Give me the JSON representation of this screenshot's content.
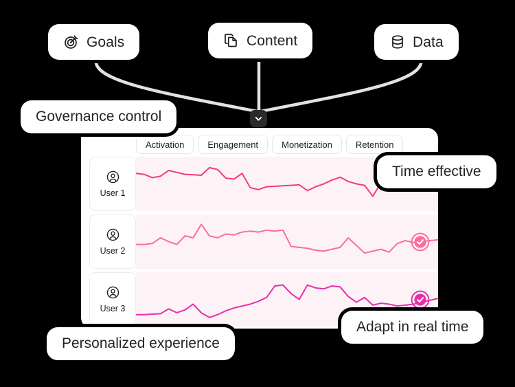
{
  "sources": [
    {
      "label": "Goals",
      "icon": "target-icon"
    },
    {
      "label": "Content",
      "icon": "copy-documents-icon"
    },
    {
      "label": "Data",
      "icon": "database-icon"
    }
  ],
  "chevron": {
    "icon": "chevron-down-icon"
  },
  "panel": {
    "tabs": [
      {
        "label": "Activation"
      },
      {
        "label": "Engagement"
      },
      {
        "label": "Monetization"
      },
      {
        "label": "Retention"
      }
    ],
    "rows": [
      {
        "user": "User 1",
        "icon": "user-circle-icon",
        "has_check": false
      },
      {
        "user": "User 2",
        "icon": "user-circle-icon",
        "has_check": true
      },
      {
        "user": "User 3",
        "icon": "user-circle-icon",
        "has_check": true
      }
    ]
  },
  "callouts": {
    "governance": "Governance control",
    "time": "Time effective",
    "adapt": "Adapt in real time",
    "personalized": "Personalized experience"
  },
  "colors": {
    "background": "#000000",
    "card": "#ffffff",
    "track": "#fdf2f6",
    "line_user1": "#f23b7d",
    "line_user2": "#fa6e9c",
    "line_user3": "#e82fa8",
    "connector": "#e2e2e2",
    "chevron_bg": "#2b2b2b",
    "text": "#1d1d1f"
  },
  "chart_data": {
    "type": "line",
    "title": "",
    "xlabel": "",
    "ylabel": "",
    "categories": [
      "Activation",
      "Engagement",
      "Monetization",
      "Retention"
    ],
    "grid": false,
    "legend": "left-row-labels",
    "ylim": [
      0,
      100
    ],
    "series": [
      {
        "name": "User 1",
        "color": "#f23b7d",
        "values": [
          72,
          70,
          63,
          66,
          78,
          74,
          70,
          69,
          68,
          84,
          80,
          62,
          60,
          72,
          42,
          38,
          44,
          45,
          46,
          47,
          48,
          36,
          44,
          50,
          58,
          64,
          55,
          50,
          47,
          24,
          52,
          54,
          48,
          48,
          50,
          70,
          68,
          63
        ]
      },
      {
        "name": "User 2",
        "color": "#fa6e9c",
        "values": [
          44,
          44,
          46,
          58,
          50,
          44,
          62,
          58,
          86,
          62,
          58,
          66,
          64,
          70,
          72,
          70,
          74,
          72,
          74,
          40,
          38,
          36,
          32,
          30,
          34,
          38,
          58,
          42,
          26,
          30,
          34,
          28,
          46,
          52,
          48,
          50,
          52,
          54
        ]
      },
      {
        "name": "User 3",
        "color": "#e82fa8",
        "values": [
          18,
          18,
          19,
          20,
          30,
          22,
          28,
          40,
          22,
          12,
          18,
          26,
          32,
          36,
          40,
          46,
          54,
          78,
          80,
          62,
          50,
          80,
          74,
          72,
          78,
          76,
          56,
          44,
          54,
          38,
          42,
          40,
          36,
          38,
          40,
          44,
          48,
          52
        ]
      }
    ]
  }
}
